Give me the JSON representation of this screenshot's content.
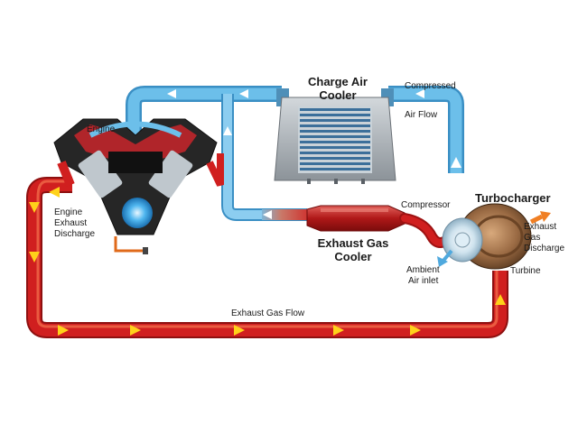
{
  "labels": {
    "engine": "Engine",
    "engine_exhaust_discharge": [
      "Engine",
      "Exhaust",
      "Discharge"
    ],
    "charge_air_cooler": [
      "Charge Air",
      "Cooler"
    ],
    "compressed_air_flow": [
      "Compressed",
      "Air Flow"
    ],
    "compressor": "Compressor",
    "turbocharger": "Turbocharger",
    "exhaust_gas_discharge": [
      "Exhaust",
      "Gas",
      "Discharge"
    ],
    "exhaust_gas_cooler": [
      "Exhaust Gas",
      "Cooler"
    ],
    "ambient_air_inlet": [
      "Ambient",
      "Air inlet"
    ],
    "turbine": "Turbine",
    "exhaust_gas_flow": "Exhaust Gas Flow"
  },
  "colors": {
    "cold_air": "#5fb4e4",
    "cold_air_light": "#a7dcf6",
    "hot_gas": "#d01f1f",
    "hot_gas_light": "#f0603c",
    "arrow_hot": "#ffd21a",
    "arrow_cold": "#ffffff",
    "engine_block": "#262626",
    "cooler_body": "#aeb4b9",
    "cooler_fins": "#3b6f9a",
    "turbo_body": "#9a6a43",
    "discharge_arrow": "#f07f24"
  }
}
